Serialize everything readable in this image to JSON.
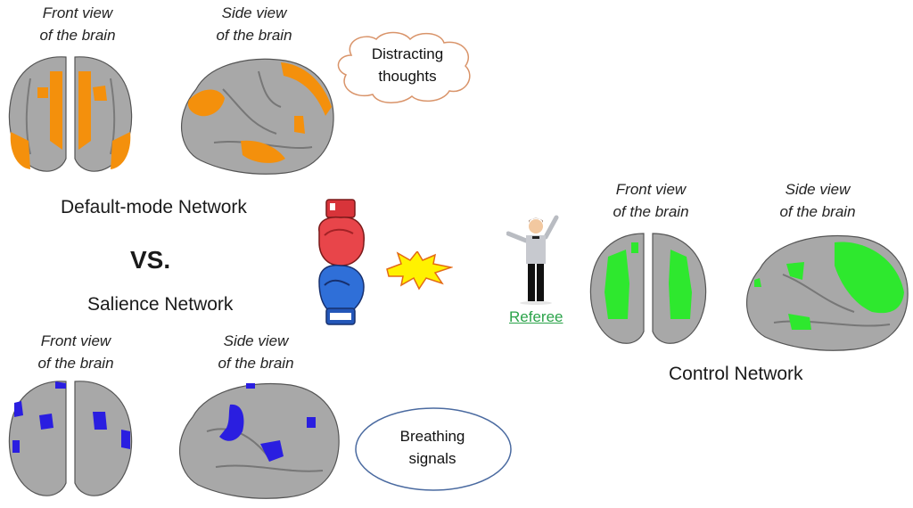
{
  "default_mode": {
    "front_caption": [
      "Front view",
      "of the brain"
    ],
    "side_caption": [
      "Side view",
      "of the brain"
    ],
    "title": "Default-mode Network",
    "highlight_color": "#f4900c",
    "thought_bubble": [
      "Distracting",
      "thoughts"
    ],
    "bubble_stroke": "#d9946a"
  },
  "versus": "VS.",
  "salience": {
    "front_caption": [
      "Front view",
      "of the brain"
    ],
    "side_caption": [
      "Side view",
      "of the brain"
    ],
    "title": "Salience Network",
    "highlight_color": "#2a1ee0",
    "bubble": [
      "Breathing",
      "signals"
    ],
    "bubble_stroke": "#4a6aa0"
  },
  "fight": {
    "top_glove": "red-boxing-glove",
    "bottom_glove": "blue-boxing-glove",
    "clash": "yellow-explosion"
  },
  "referee": {
    "label": "Referee",
    "label_color": "#2ba34a"
  },
  "control": {
    "front_caption": [
      "Front view",
      "of the brain"
    ],
    "side_caption": [
      "Side view",
      "of the brain"
    ],
    "title": "Control Network",
    "highlight_color": "#2ee82e"
  },
  "brain_gray": "#9a9a9a"
}
